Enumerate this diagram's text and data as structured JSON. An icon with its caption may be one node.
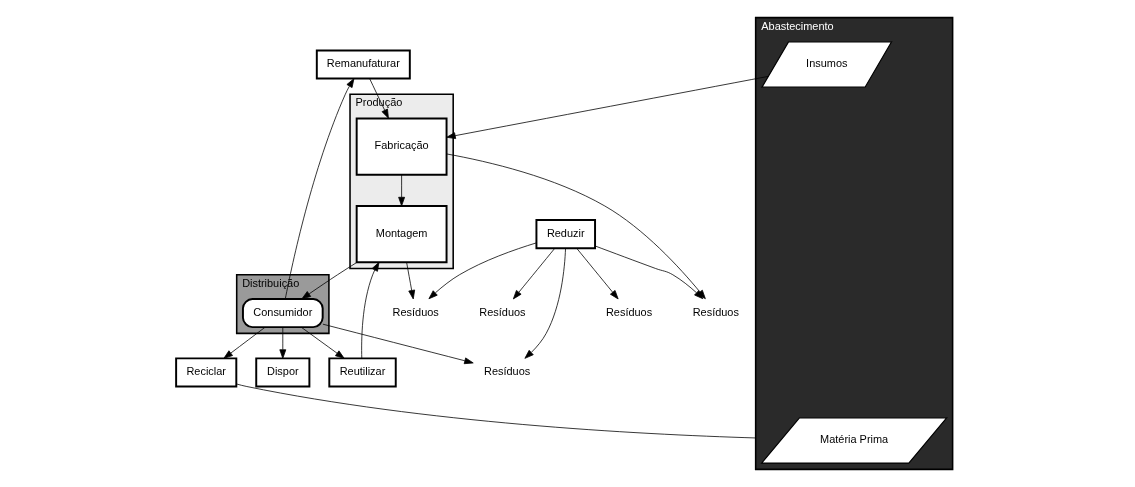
{
  "diagram": {
    "nodes": [
      {
        "text": [
          "Reciclar"
        ]
      },
      {
        "text": [
          "Remanufaturar"
        ]
      },
      {
        "text": [
          "Reutilizar"
        ]
      },
      {
        "text": [
          "Abastecimento"
        ]
      },
      {
        "text": [
          "Matéria Prima"
        ],
        "in": 3
      },
      {
        "text": [
          "Insumos"
        ],
        "in": 3
      },
      {
        "text": [
          "Produção"
        ]
      },
      {
        "text": [
          "Fabricação"
        ],
        "in": 6
      },
      {
        "text": [
          "Montagem"
        ],
        "in": 6
      },
      {
        "text": [
          "Distribuição"
        ]
      },
      {
        "text": [
          "Consumidor"
        ],
        "in": 9
      },
      {
        "text": [
          "Resíduos"
        ]
      },
      {
        "text": [
          "Resíduos"
        ]
      },
      {
        "text": [
          "Resíduos"
        ]
      },
      {
        "text": [
          "Resíduos"
        ]
      },
      {
        "text": [
          "Resíduos"
        ]
      },
      {
        "text": [
          "Reduzir"
        ]
      },
      {
        "text": [
          "Dispor"
        ]
      }
    ],
    "edges": [
      {
        "from": 10,
        "to": 0,
        "arrow": "to"
      },
      {
        "from": 10,
        "to": 1,
        "arrow": "to"
      },
      {
        "from": 10,
        "to": 2,
        "arrow": "to"
      },
      {
        "from": 10,
        "to": 17,
        "arrow": "to"
      },
      {
        "from": 0,
        "to": 3,
        "arrow": "none"
      },
      {
        "from": 1,
        "to": 7,
        "arrow": "to"
      },
      {
        "from": 2,
        "to": 8,
        "arrow": "to"
      },
      {
        "from": 5,
        "to": 7,
        "arrow": "to"
      },
      {
        "from": 7,
        "to": 8,
        "arrow": "to"
      },
      {
        "from": 8,
        "to": 10,
        "arrow": "to"
      },
      {
        "from": 7,
        "to": 13,
        "arrow": "to"
      },
      {
        "from": 8,
        "to": 14,
        "arrow": "to"
      },
      {
        "from": 10,
        "to": 15,
        "arrow": "to"
      },
      {
        "from": 16,
        "to": 11,
        "arrow": "to"
      },
      {
        "from": 16,
        "to": 12,
        "arrow": "to"
      },
      {
        "from": 16,
        "to": 13,
        "arrow": "to"
      },
      {
        "from": 16,
        "to": 14,
        "arrow": "to"
      },
      {
        "from": 16,
        "to": 15,
        "arrow": "to"
      }
    ]
  }
}
